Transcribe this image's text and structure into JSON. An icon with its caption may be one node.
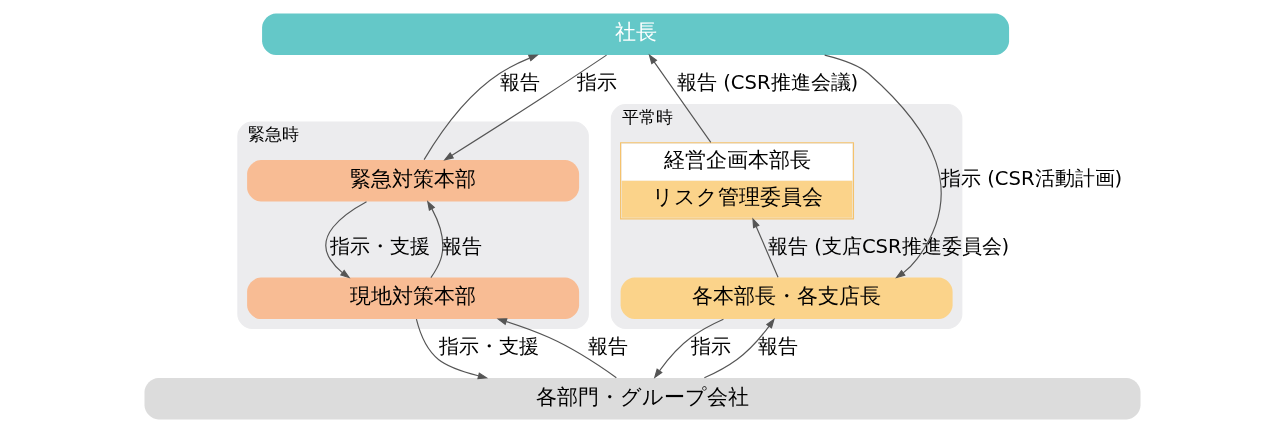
{
  "diagram": {
    "nodes": [
      {
        "text": [
          "緊急時"
        ]
      },
      {
        "text": [
          "平常時"
        ]
      },
      {
        "text": [
          "社長"
        ]
      },
      {
        "text": [
          "緊急対策本部"
        ],
        "in": 0
      },
      {
        "text": [
          "現地対策本部"
        ],
        "in": 0
      },
      {
        "text": [
          "経営企画本部長",
          "リスク管理委員会"
        ],
        "in": 1
      },
      {
        "text": [
          "各本部長・各支店長"
        ],
        "in": 1
      },
      {
        "text": [
          "各部門・グループ会社"
        ]
      }
    ],
    "edges": [
      {
        "from": 3,
        "to": 2,
        "arrow": "to",
        "label": "報告"
      },
      {
        "from": 2,
        "to": 3,
        "arrow": "to",
        "label": "指示"
      },
      {
        "from": 4,
        "to": 3,
        "arrow": "to",
        "label": "報告"
      },
      {
        "from": 3,
        "to": 4,
        "arrow": "to",
        "label": "指示・支援"
      },
      {
        "from": 7,
        "to": 4,
        "arrow": "to",
        "label": "報告"
      },
      {
        "from": 4,
        "to": 7,
        "arrow": "to",
        "label": "指示・支援"
      },
      {
        "from": 5,
        "to": 2,
        "arrow": "to",
        "label": "報告 (CSR推進会議)"
      },
      {
        "from": 2,
        "to": 6,
        "arrow": "to",
        "label": "指示 (CSR活動計画)"
      },
      {
        "from": 6,
        "to": 5,
        "arrow": "to",
        "label": "報告 (支店CSR推進委員会)"
      },
      {
        "from": 6,
        "to": 7,
        "arrow": "to",
        "label": "指示"
      },
      {
        "from": 7,
        "to": 6,
        "arrow": "to",
        "label": "報告"
      }
    ]
  }
}
